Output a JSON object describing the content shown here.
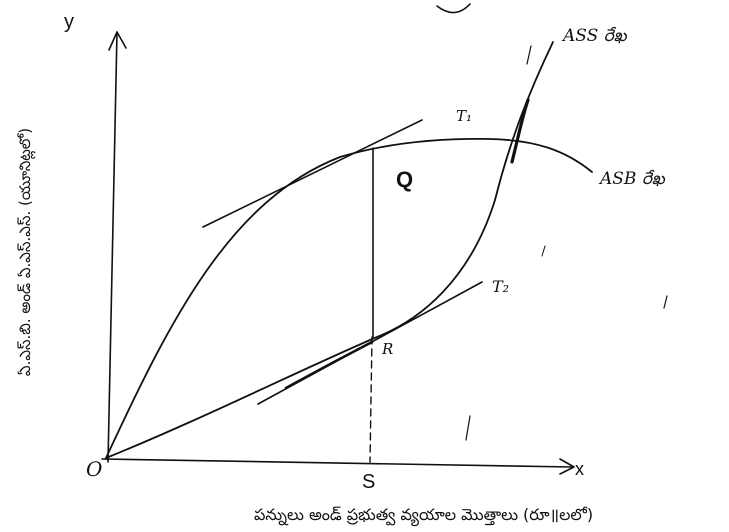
{
  "axes": {
    "y_label": "y",
    "x_label": "x",
    "origin_label": "O",
    "y_axis_title": "ఏ.ఎస్.బి. అండ్ ఏ.ఎస్.ఎస్. (యూనిట్లలో)",
    "x_axis_title": "పన్నులు అండ్ ప్రభుత్వ వ్యయాల మొత్తాలు (రూ॥లలో)"
  },
  "curves": {
    "asb_label": "ASB రేఖ",
    "ass_label": "ASS రేఖ"
  },
  "tangents": {
    "t1_label": "T₁",
    "t2_label": "T₂"
  },
  "points": {
    "q_label": "Q",
    "r_label": "R",
    "s_label": "S"
  }
}
